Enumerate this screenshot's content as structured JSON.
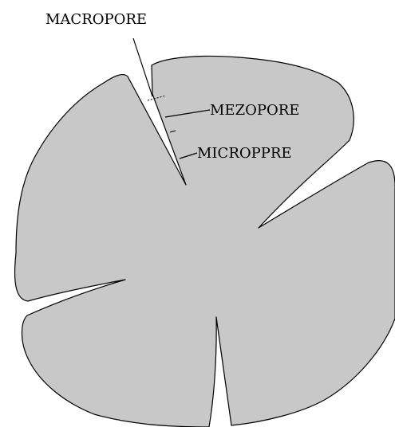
{
  "diagram": {
    "labels": {
      "macropore": "MACROPORE",
      "mezopore": "MEZOPORE",
      "microppre": "MICROPPRE"
    },
    "colors": {
      "particle_fill": "#c8c8c8",
      "outline": "#000000",
      "background": "#ffffff"
    }
  }
}
